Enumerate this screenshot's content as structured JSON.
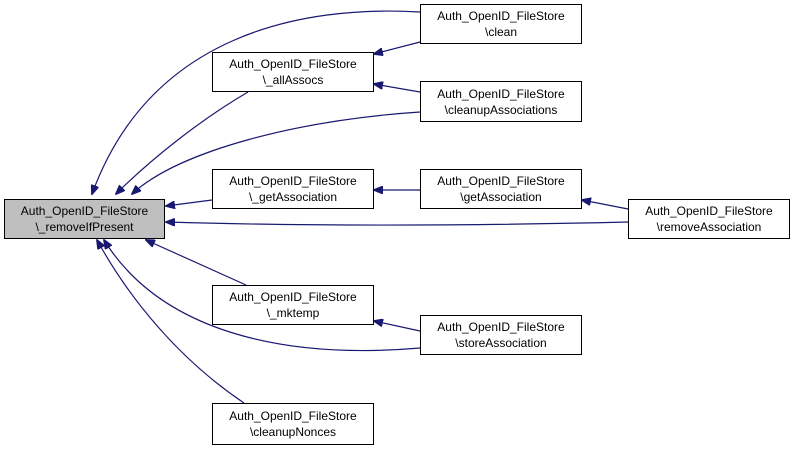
{
  "colors": {
    "edge": "#191970",
    "node_border": "#000000",
    "node_fill": "#ffffff",
    "focus_fill": "#bfbfbf"
  },
  "nodes": {
    "removeIfPresent": {
      "line1": "Auth_OpenID_FileStore",
      "line2": "\\_removeIfPresent"
    },
    "allAssocs": {
      "line1": "Auth_OpenID_FileStore",
      "line2": "\\_allAssocs"
    },
    "getAssociationPriv": {
      "line1": "Auth_OpenID_FileStore",
      "line2": "\\_getAssociation"
    },
    "mktemp": {
      "line1": "Auth_OpenID_FileStore",
      "line2": "\\_mktemp"
    },
    "cleanupNonces": {
      "line1": "Auth_OpenID_FileStore",
      "line2": "\\cleanupNonces"
    },
    "clean": {
      "line1": "Auth_OpenID_FileStore",
      "line2": "\\clean"
    },
    "cleanupAssociations": {
      "line1": "Auth_OpenID_FileStore",
      "line2": "\\cleanupAssociations"
    },
    "getAssociation": {
      "line1": "Auth_OpenID_FileStore",
      "line2": "\\getAssociation"
    },
    "storeAssociation": {
      "line1": "Auth_OpenID_FileStore",
      "line2": "\\storeAssociation"
    },
    "removeAssociation": {
      "line1": "Auth_OpenID_FileStore",
      "line2": "\\removeAssociation"
    }
  }
}
